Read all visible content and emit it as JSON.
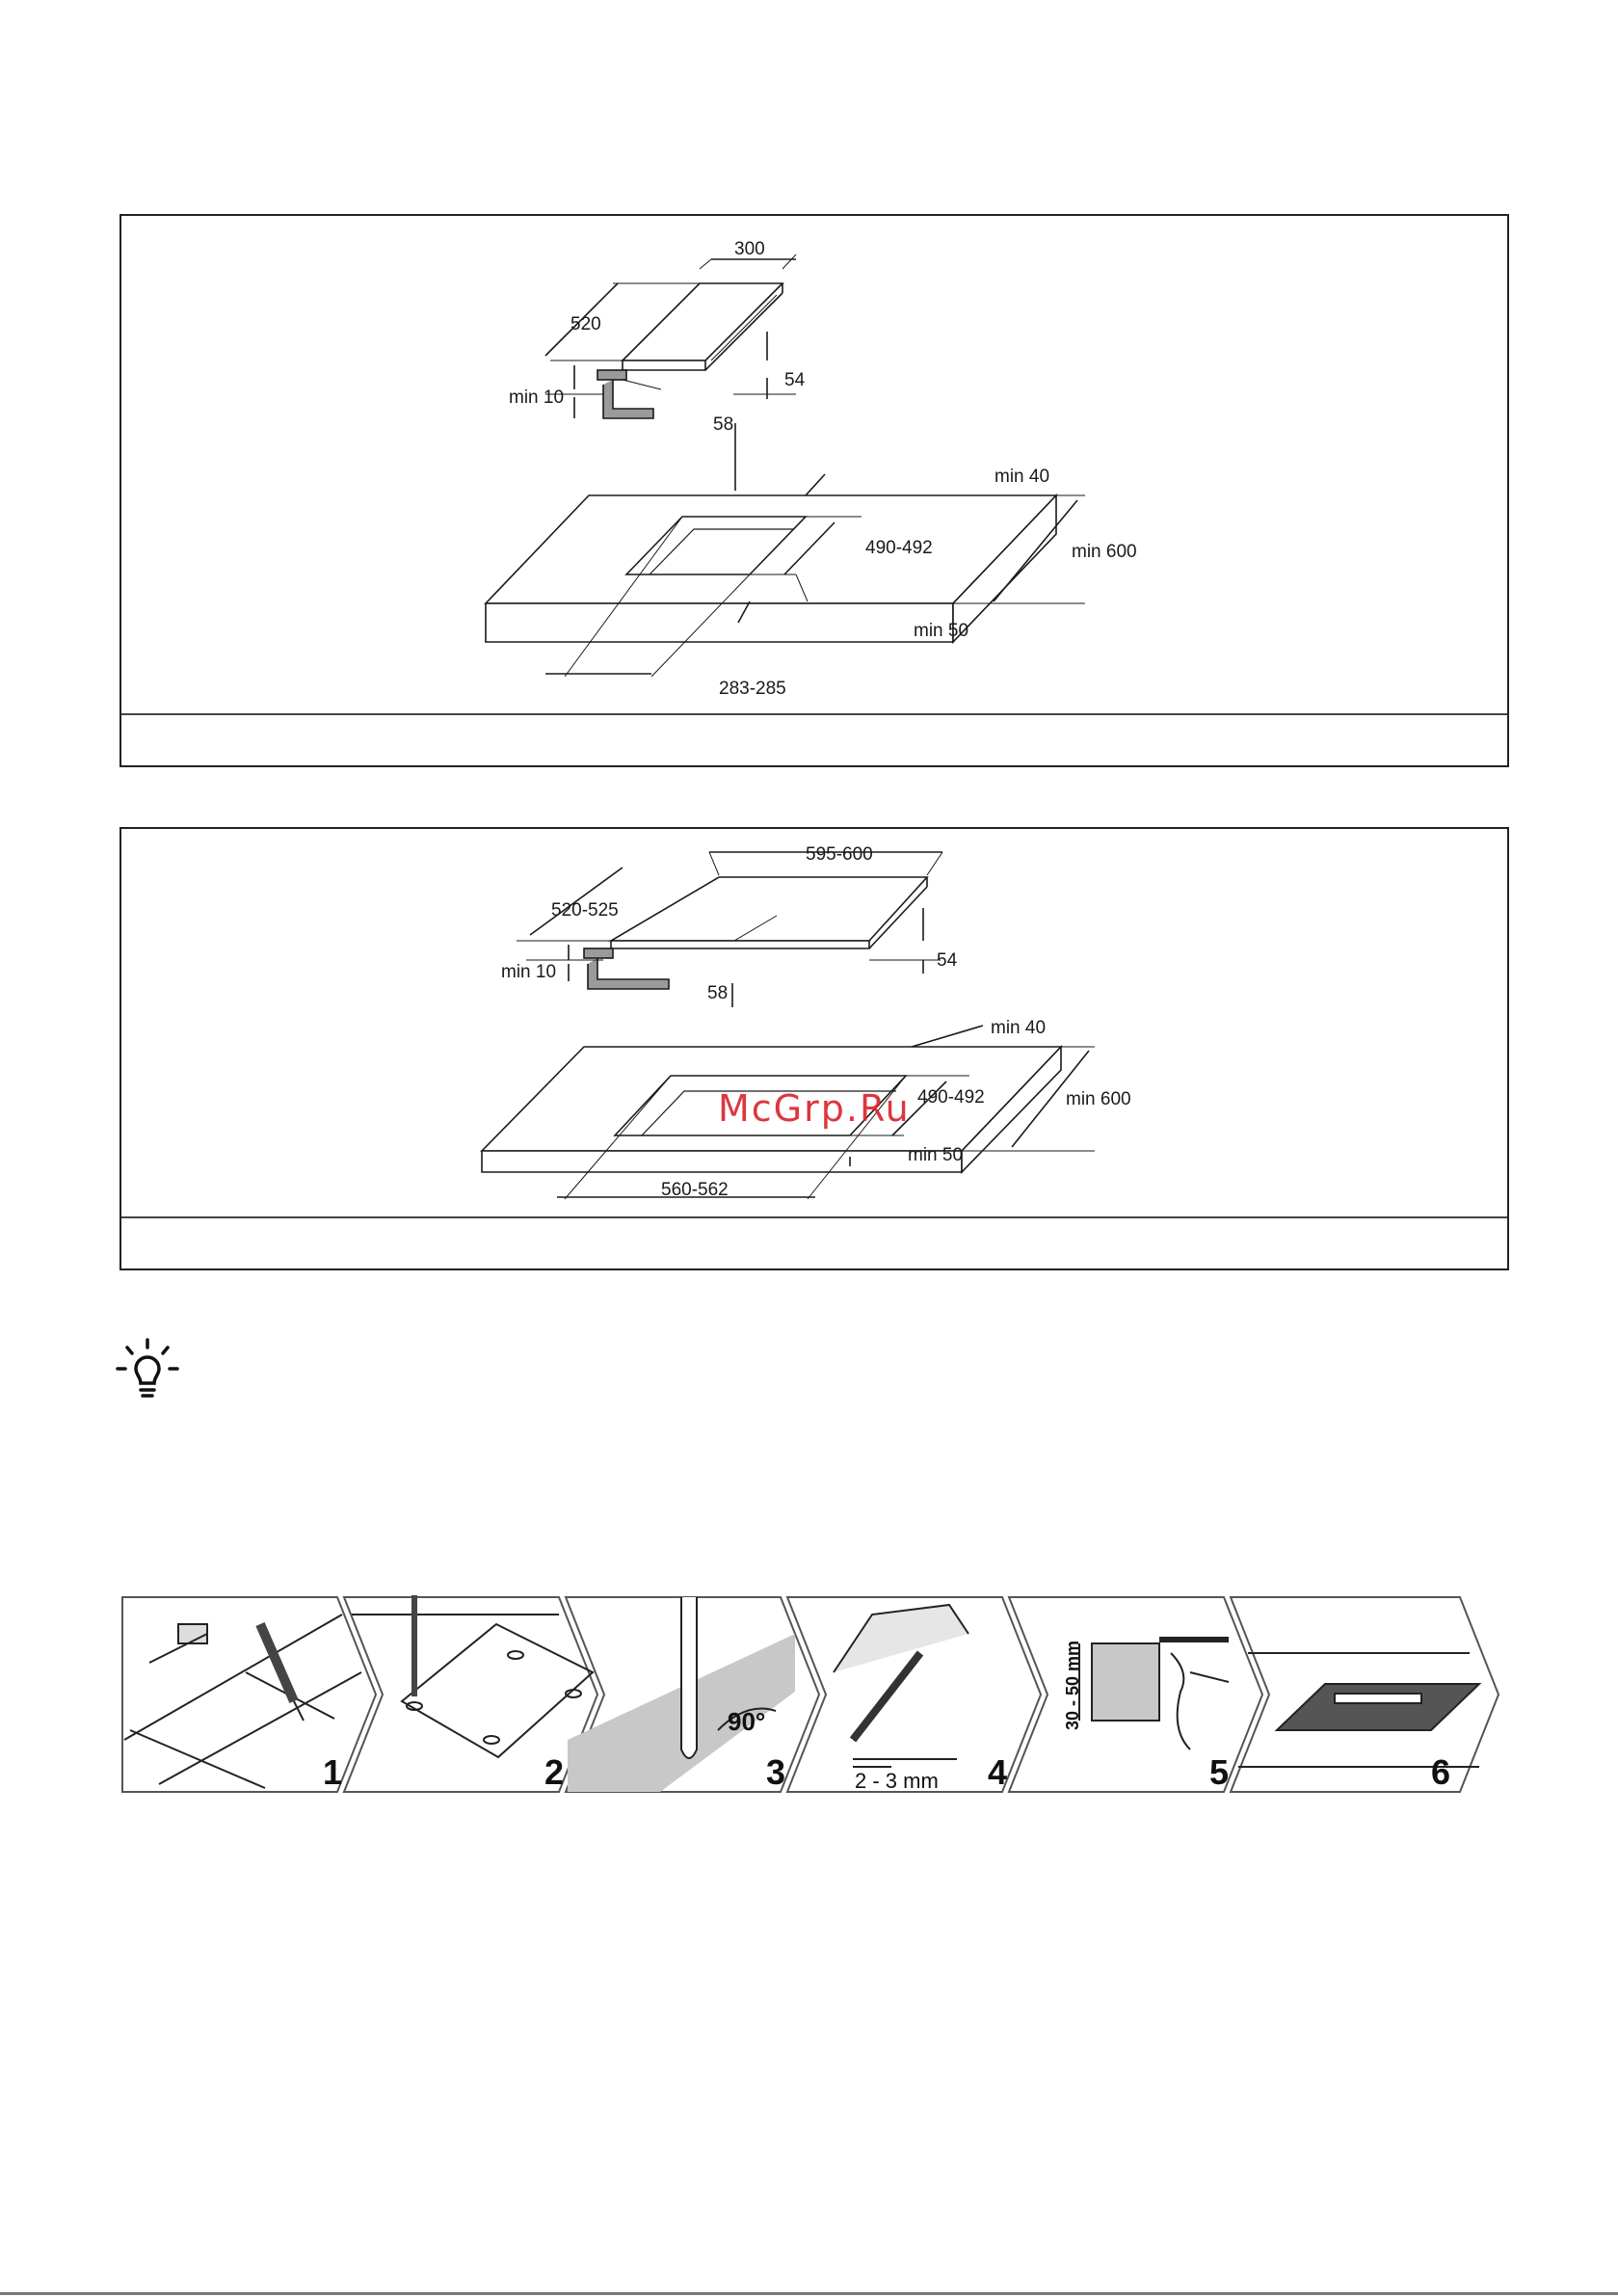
{
  "diagram1": {
    "labels": {
      "w300": "300",
      "d520": "520",
      "min10": "min 10",
      "h54": "54",
      "h58": "58",
      "min40": "min 40",
      "cut_depth": "490-492",
      "min600": "min 600",
      "min50": "min 50",
      "cut_width": "283-285"
    },
    "caption": ""
  },
  "diagram2": {
    "labels": {
      "w": "595-600",
      "d": "520-525",
      "min10": "min 10",
      "h54": "54",
      "h58": "58",
      "min40": "min 40",
      "cut_depth": "490-492",
      "min600": "min 600",
      "min50": "min 50",
      "cut_width": "560-562"
    },
    "caption": ""
  },
  "watermark": "McGrp.Ru",
  "tip_icon": "lightbulb-icon",
  "steps": [
    {
      "num": "1",
      "icon": "measure-mark-icon"
    },
    {
      "num": "2",
      "icon": "drill-icon"
    },
    {
      "num": "3",
      "icon": "saw-icon",
      "label": "90°"
    },
    {
      "num": "4",
      "icon": "seal-tape-icon",
      "label": "2 - 3 mm"
    },
    {
      "num": "5",
      "icon": "bracket-screw-icon",
      "label": "30 - 50 mm"
    },
    {
      "num": "6",
      "icon": "level-icon"
    }
  ]
}
